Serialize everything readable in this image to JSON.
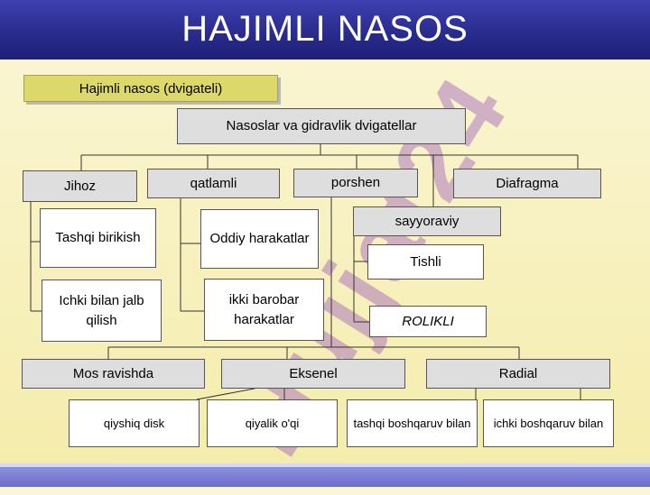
{
  "header": {
    "title": "HAJIMLI NASOS"
  },
  "watermark": "Hujjat24",
  "subtitle": "Hajimli nasos (dvigateli)",
  "diagram": {
    "root": "Nasoslar va gidravlik dvigatellar",
    "level1": [
      "Jihoz",
      "qatlamli",
      "porshen",
      "Diafragma"
    ],
    "jihoz_children": [
      "Tashqi birikish",
      "Ichki bilan jalb qilish"
    ],
    "qatlamli_children": [
      "Oddiy harakatlar",
      "ikki barobar harakatlar"
    ],
    "sayyoraviy": "sayyoraviy",
    "sayyoraviy_children": [
      "Tishli",
      "ROLIKLI"
    ],
    "level3": [
      "Mos ravishda",
      "Eksenel",
      "Radial"
    ],
    "level4": [
      "qiyshiq disk",
      "qiyalik o'qi",
      "tashqi boshqaruv bilan",
      "ichki boshqaruv bilan"
    ]
  },
  "colors": {
    "header": "#2a2c8e",
    "background": "#f8f2c4",
    "box_gray": "#dedede",
    "subtitle_bg": "#dcd86a",
    "footer": "#7375d3",
    "watermark": "#b07bc0"
  }
}
